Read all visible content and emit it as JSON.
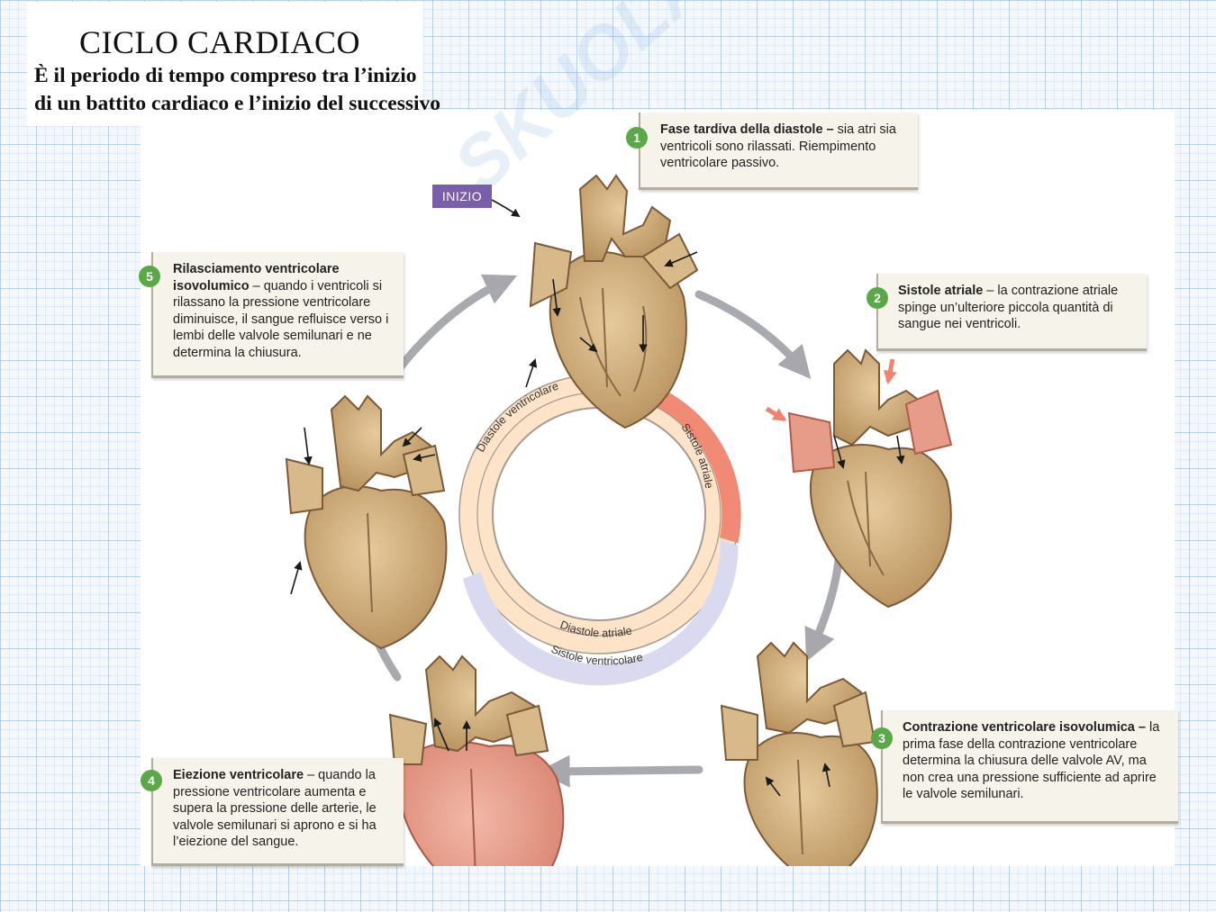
{
  "header": {
    "title": "CICLO CARDIACO",
    "subtitle_line1": "È il periodo di tempo compreso tra l’inizio",
    "subtitle_line2": "di un battito cardiaco e l’inizio del successivo"
  },
  "start_tag": "INIZIO",
  "watermark": "SKUOLA.net",
  "phases": [
    {
      "num": "1",
      "title": "Fase tardiva della diastole –",
      "text": "sia atri sia ventricoli sono rilassati. Riempimento ventricolare passivo."
    },
    {
      "num": "2",
      "title": "Sistole atriale",
      "text": " – la contrazione atriale spinge un’ulteriore piccola quantità di sangue nei ventricoli."
    },
    {
      "num": "3",
      "title": "Contrazione ventricolare isovolumica –",
      "text": "la prima fase della contrazione ventricolare determina la chiusura delle valvole AV, ma non crea una pressione sufficiente ad aprire le valvole semilunari."
    },
    {
      "num": "4",
      "title": "Eiezione ventricolare",
      "text": " – quando la pressione ventricolare aumenta e supera la pressione delle arterie, le valvole semilunari si aprono e si ha l’eiezione del sangue."
    },
    {
      "num": "5",
      "title": "Rilasciamento ventricolare isovolumico",
      "text": " – quando i ventricoli si rilassano la pressione ventricolare diminuisce, il sangue refluisce verso i lembi delle valvole semilunari e ne determina la chiusura."
    }
  ],
  "ring": {
    "outer_top": "Diastole ventricolare",
    "outer_right": "Sistole atriale",
    "inner_bottom": "Diastole atriale",
    "outer_bottom": "Sistole ventricolare"
  },
  "colors": {
    "ring_peach": "#fde3c8",
    "ring_salmon": "#f08a74",
    "ring_lavender": "#d9d9ef",
    "badge_green": "#5aa847",
    "start_purple": "#7a5eaa",
    "heart_tan": "#cfae7e",
    "heart_pink": "#e79c8a"
  }
}
